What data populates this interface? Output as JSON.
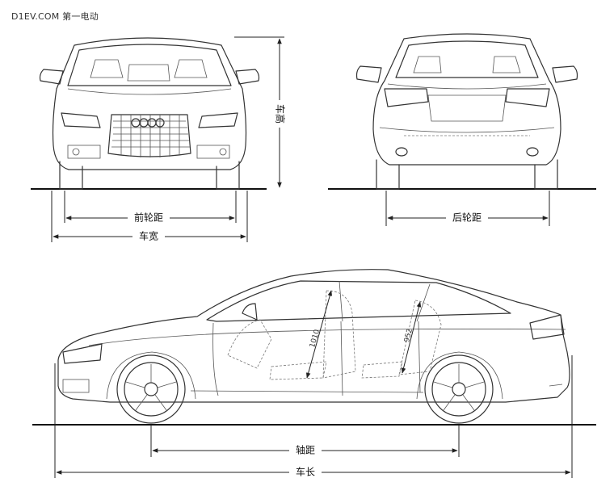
{
  "watermark": "D1EV.COM 第一电动",
  "labels": {
    "front_track": "前轮距",
    "vehicle_width": "车宽",
    "vehicle_height": "车高",
    "rear_track": "后轮距",
    "wheelbase": "轴距",
    "vehicle_length": "车长",
    "front_seat_dim": "1010",
    "rear_seat_dim": "952"
  }
}
